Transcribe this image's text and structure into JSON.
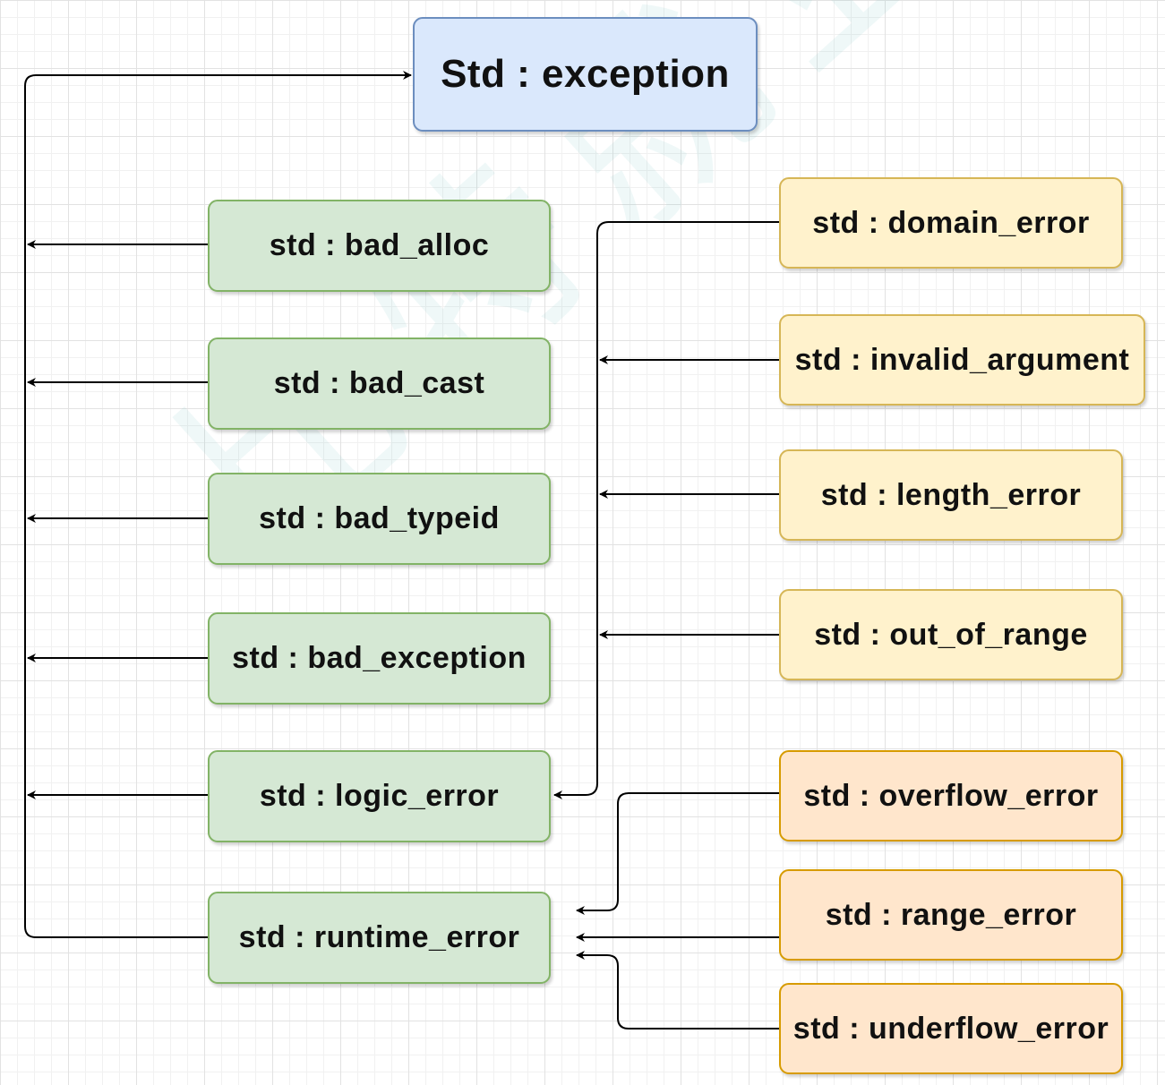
{
  "root": {
    "label": "Std : exception"
  },
  "left_nodes": [
    {
      "label": "std : bad_alloc"
    },
    {
      "label": "std : bad_cast"
    },
    {
      "label": "std : bad_typeid"
    },
    {
      "label": "std : bad_exception"
    },
    {
      "label": "std : logic_error"
    },
    {
      "label": "std : runtime_error"
    }
  ],
  "logic_error_children": [
    {
      "label": "std : domain_error"
    },
    {
      "label": "std : invalid_argument"
    },
    {
      "label": "std : length_error"
    },
    {
      "label": "std : out_of_range"
    }
  ],
  "runtime_error_children": [
    {
      "label": "std : overflow_error"
    },
    {
      "label": "std : range_error"
    },
    {
      "label": "std : underflow_error"
    }
  ],
  "watermark": {
    "text": "比特就业课"
  },
  "colors": {
    "root_fill": "#dae8fc",
    "root_border": "#6c8ebf",
    "green_fill": "#d5e8d4",
    "green_border": "#82b366",
    "yellow_fill": "#fff2cc",
    "yellow_border": "#d6b656",
    "orange_fill": "#ffe6cc",
    "orange_border": "#d79b00",
    "arrow": "#000000"
  }
}
